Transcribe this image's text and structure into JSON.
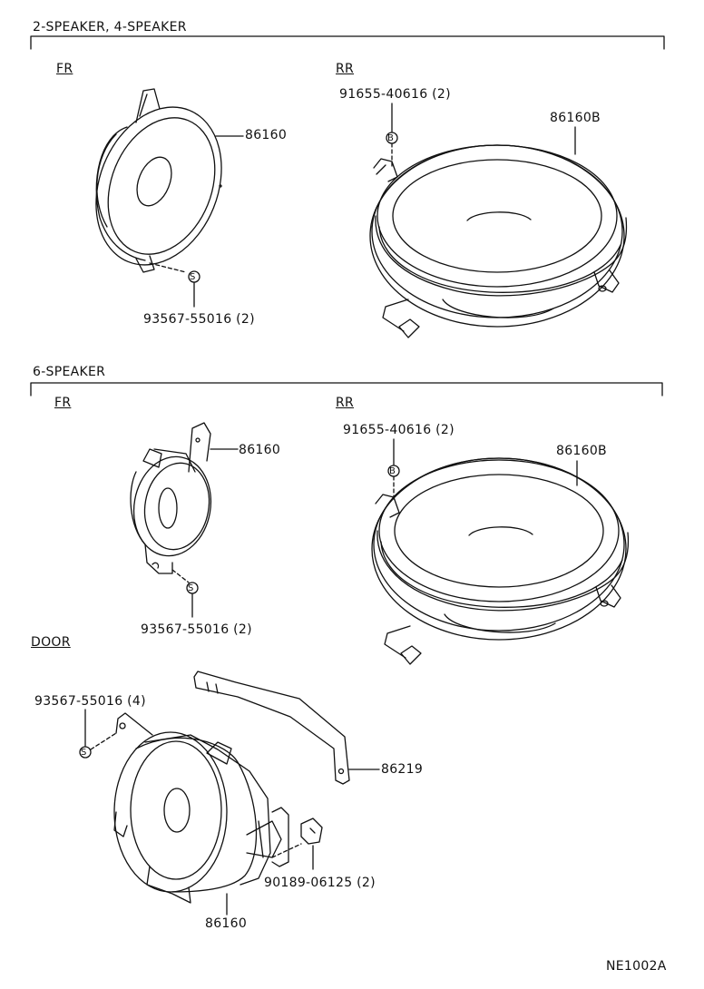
{
  "sections": {
    "top": {
      "title": "2-SPEAKER, 4-SPEAKER",
      "fr_label": "FR",
      "rr_label": "RR",
      "fr_speaker_part": "86160",
      "fr_screw_part": "93567-55016 (2)",
      "fr_screw_symbol": "S",
      "rr_bolt_part": "91655-40616 (2)",
      "rr_bolt_symbol": "B",
      "rr_speaker_part": "86160B"
    },
    "middle": {
      "title": "6-SPEAKER",
      "fr_label": "FR",
      "rr_label": "RR",
      "fr_speaker_part": "86160",
      "fr_screw_part": "93567-55016 (2)",
      "fr_screw_symbol": "S",
      "rr_bolt_part": "91655-40616 (2)",
      "rr_bolt_symbol": "B",
      "rr_speaker_part": "86160B"
    },
    "door": {
      "label": "DOOR",
      "screw_part": "93567-55016 (4)",
      "screw_symbol": "S",
      "bracket_part": "86219",
      "clip_part": "90189-06125 (2)",
      "speaker_part": "86160"
    }
  },
  "figure_code": "NE1002A"
}
